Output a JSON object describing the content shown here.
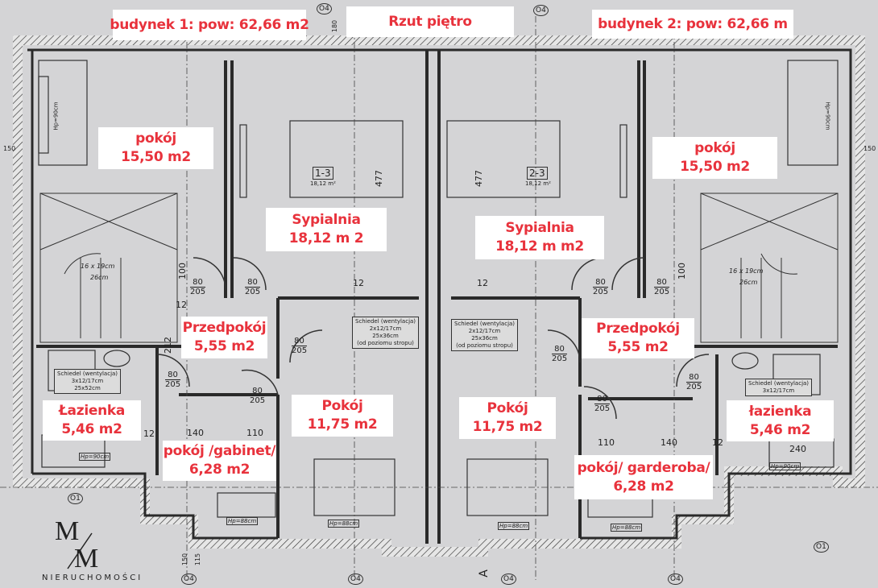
{
  "header": {
    "building1": "budynek 1: pow: 62,66 m2",
    "title": "Rzut piętro",
    "building2": "budynek 2: pow: 62,66 m"
  },
  "rooms": {
    "b1_room": {
      "name": "pokój",
      "area": "15,50 m2"
    },
    "b1_bedroom": {
      "name": "Sypialnia",
      "area": "18,12 m 2"
    },
    "b2_bedroom": {
      "name": "Sypialnia",
      "area": "18,12 m m2"
    },
    "b2_room": {
      "name": "pokój",
      "area": "15,50 m2"
    },
    "b1_hall": {
      "name": "Przedpokój",
      "area": "5,55 m2"
    },
    "b2_hall": {
      "name": "Przedpokój",
      "area": "5,55 m2"
    },
    "b1_bath": {
      "name": "Łazienka",
      "area": "5,46 m2"
    },
    "b2_bath": {
      "name": "łazienka",
      "area": "5,46 m2"
    },
    "b1_office": {
      "name": "pokój /gabinet/",
      "area": "6,28 m2"
    },
    "b1_room2": {
      "name": "Pokój",
      "area": "11,75 m2"
    },
    "b2_room2": {
      "name": "Pokój",
      "area": "11,75 m2"
    },
    "b2_wardrobe": {
      "name": "pokój/ garderoba/",
      "area": "6,28 m2"
    }
  },
  "plan_text": {
    "code1": "1-3",
    "code1_area": "18,12 m²",
    "code2": "2-3",
    "code2_area": "18,12 m²",
    "dim_477": "477",
    "door_w": "80",
    "door_h": "205",
    "dim_100": "100",
    "dim_12": "12",
    "dim_212": "212",
    "dim_140": "140",
    "dim_110": "110",
    "dim_240": "240",
    "dim_150": "150",
    "dim_115": "115",
    "dim_180": "180",
    "stair_step": "16 x 19cm",
    "stair_depth": "26cm",
    "vent_title": "Schiedel (wentylacja)",
    "vent_a": "3x12/17cm",
    "vent_a_size": "25x52cm",
    "vent_b": "2x12/17cm",
    "vent_b_size": "25x36cm",
    "vent_note": "(od poziomu stropu)",
    "sill_90": "Hp=90cm",
    "sill_88": "Hp=88cm",
    "axis_o1": "O1",
    "axis_o4": "O4",
    "section": "A"
  },
  "brand": {
    "logo": "M/M",
    "name": "NIERUCHOMOŚCI"
  }
}
